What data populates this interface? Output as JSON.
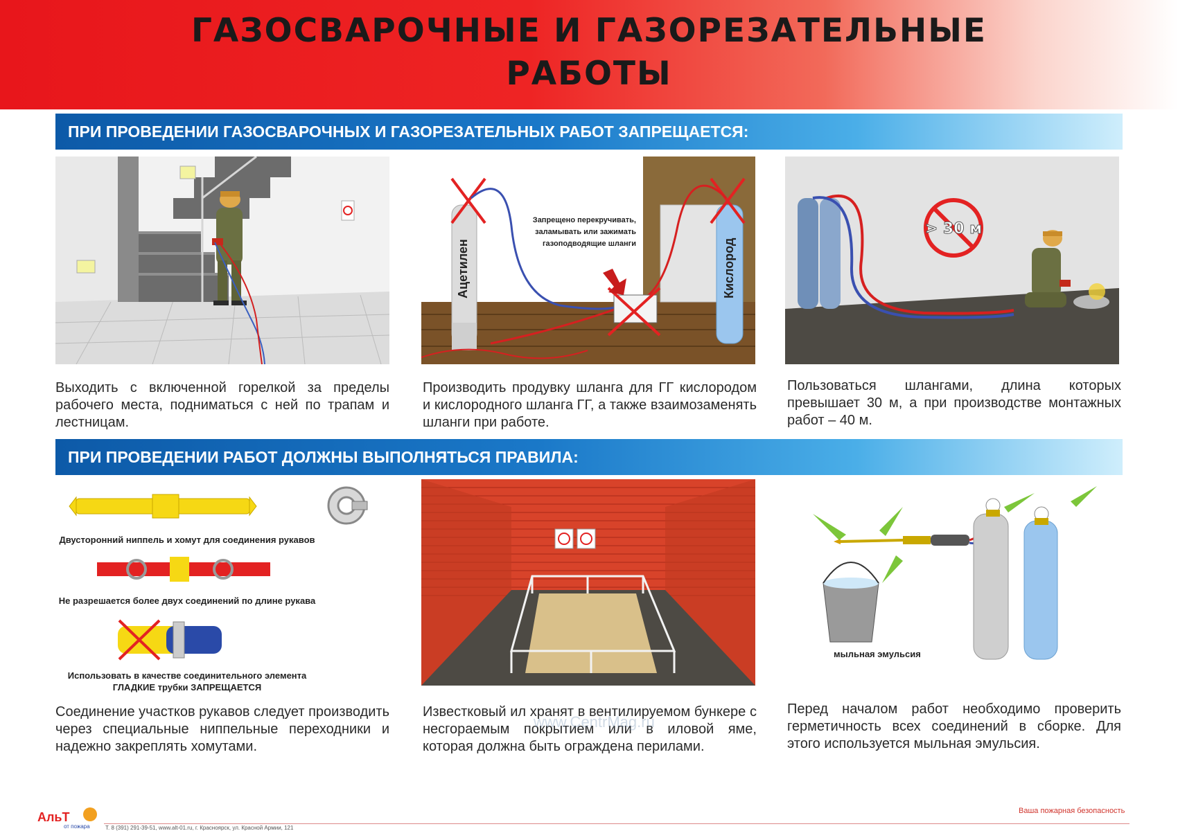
{
  "title": {
    "line1": "ГАЗОСВАРОЧНЫЕ И ГАЗОРЕЗАТЕЛЬНЫЕ",
    "line2": "РАБОТЫ"
  },
  "section1": {
    "heading": "ПРИ ПРОВЕДЕНИИ ГАЗОСВАРОЧНЫХ И ГАЗОРЕЗАТЕЛЬНЫХ РАБОТ ЗАПРЕЩАЕТСЯ:",
    "panels": [
      {
        "text": "Выходить с включенной горелкой за пределы рабочего места, подниматься с ней по трапам и лестницам."
      },
      {
        "label_left": "Ацетилен",
        "label_right": "Кислород",
        "note_line1": "Запрещено перекручивать,",
        "note_line2": "заламывать или зажимать",
        "note_line3": "газоподводящие шланги",
        "text": "Производить продувку шланга для ГГ кислородом и кислородного шланга ГГ, а также взаимозаменять шланги при работе."
      },
      {
        "sign_text": "> 30 м",
        "text": "Пользоваться шлангами, длина которых превышает 30 м, а при производстве монтажных работ – 40 м."
      }
    ]
  },
  "section2": {
    "heading": "ПРИ ПРОВЕДЕНИИ РАБОТ ДОЛЖНЫ ВЫПОЛНЯТЬСЯ ПРАВИЛА:",
    "panels": [
      {
        "caption1": "Двусторонний ниппель и хомут для соединения рукавов",
        "caption2": "Не разрешается более двух соединений по длине рукава",
        "caption3_line1": "Использовать в качестве соединительного элемента",
        "caption3_line2": "ГЛАДКИЕ трубки ЗАПРЕЩАЕТСЯ",
        "text": "Соединение участков рукавов следует производить через специальные ниппельные переходники и надежно закреплять хомутами."
      },
      {
        "text": "Известковый ил хранят в вентилируемом бункере с несгораемым покрытием или в иловой яме, которая должна быть ограждена перилами."
      },
      {
        "caption": "мыльная эмульсия",
        "text": "Перед началом работ необходимо проверить герметичность всех соединений в сборке. Для этого используется мыльная эмульсия."
      }
    ]
  },
  "footer": {
    "logo_text": "АльТ",
    "logo_sub": "от пожара",
    "contact": "Т. 8 (391) 291-39-51, www.alt-01.ru, г. Красноярск, ул. Красной Армии, 121",
    "slogan": "Ваша пожарная безопасность",
    "watermark": "www.CentrMag.ru"
  },
  "colors": {
    "header_red": "#e8161b",
    "bar_blue": "#1a78c8",
    "brick": "#d8432a",
    "prohibit_red": "#e32222",
    "arrow_green": "#7cc63a"
  }
}
